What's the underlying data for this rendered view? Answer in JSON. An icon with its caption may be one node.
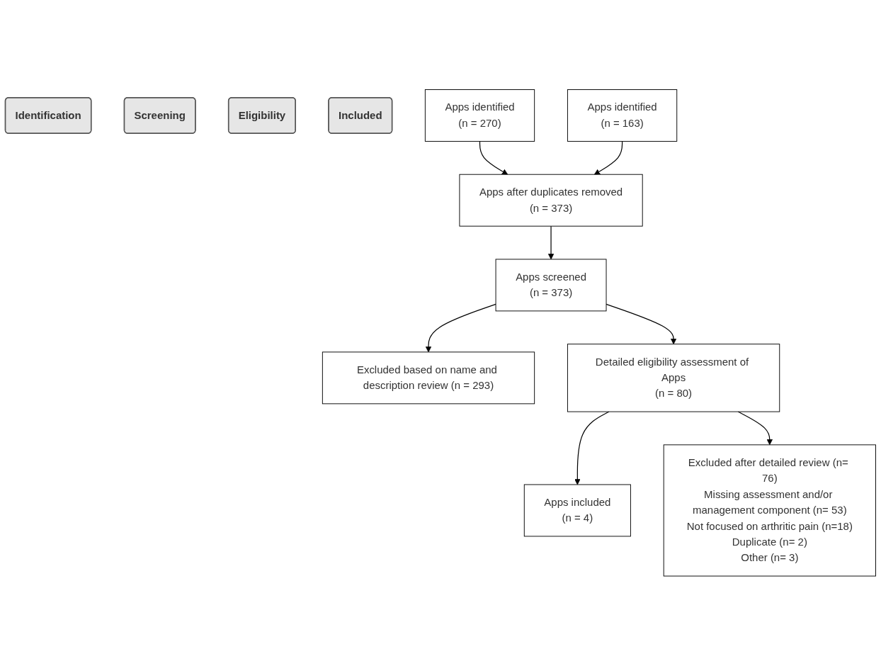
{
  "diagram": {
    "nodes": [
      {
        "text": [
          "Identification"
        ]
      },
      {
        "text": [
          "Screening"
        ]
      },
      {
        "text": [
          "Eligibility"
        ]
      },
      {
        "text": [
          "Included"
        ]
      },
      {
        "text": [
          "Apps identified",
          "(n = 270)"
        ]
      },
      {
        "text": [
          "Apps identified",
          "(n = 163)"
        ]
      },
      {
        "text": [
          "Apps after duplicates removed",
          "(n = 373)"
        ]
      },
      {
        "text": [
          "Apps screened",
          "(n = 373)"
        ]
      },
      {
        "text": [
          "Excluded based on name and description review (n = 293)"
        ]
      },
      {
        "text": [
          "Detailed eligibility assessment of Apps",
          "(n = 80)"
        ]
      },
      {
        "text": [
          "Excluded after detailed review (n= 76)",
          "Missing assessment and/or management component (n= 53)",
          "Not focused on arthritic pain (n=18)",
          "Duplicate (n= 2)",
          "Other (n= 3)"
        ]
      },
      {
        "text": [
          "Apps included",
          "(n = 4)"
        ]
      }
    ],
    "edges": [
      {
        "from": 4,
        "to": 6,
        "arrow": "to"
      },
      {
        "from": 5,
        "to": 6,
        "arrow": "to"
      },
      {
        "from": 6,
        "to": 7,
        "arrow": "to"
      },
      {
        "from": 7,
        "to": 9,
        "arrow": "to"
      },
      {
        "from": 7,
        "to": 8,
        "arrow": "to"
      },
      {
        "from": 9,
        "to": 11,
        "arrow": "to"
      },
      {
        "from": 9,
        "to": 10,
        "arrow": "to"
      }
    ]
  }
}
